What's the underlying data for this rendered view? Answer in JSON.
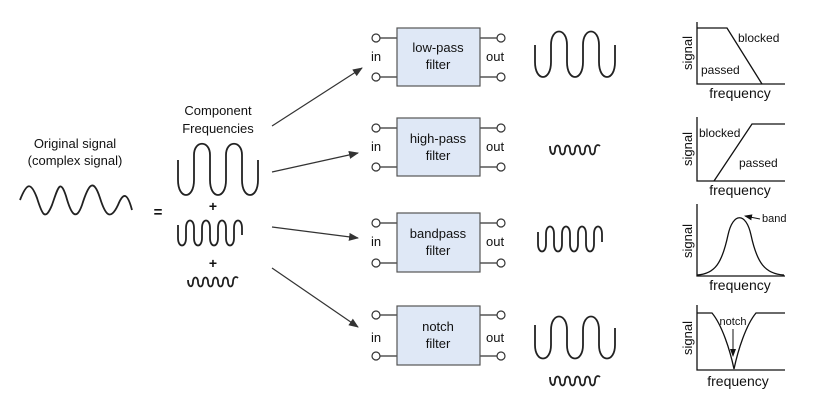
{
  "original": {
    "line1": "Original signal",
    "line2": "(complex signal)"
  },
  "equals": "=",
  "components": {
    "line1": "Component",
    "line2": "Frequencies",
    "plus": "+"
  },
  "filters": [
    {
      "name_line1": "low-pass",
      "name_line2": "filter",
      "in": "in",
      "out": "out"
    },
    {
      "name_line1": "high-pass",
      "name_line2": "filter",
      "in": "in",
      "out": "out"
    },
    {
      "name_line1": "bandpass",
      "name_line2": "filter",
      "in": "in",
      "out": "out"
    },
    {
      "name_line1": "notch",
      "name_line2": "filter",
      "in": "in",
      "out": "out"
    }
  ],
  "responses": {
    "lowpass": {
      "ylabel": "signal",
      "xlabel": "frequency",
      "blocked": "blocked",
      "passed": "passed"
    },
    "highpass": {
      "ylabel": "signal",
      "xlabel": "frequency",
      "blocked": "blocked",
      "passed": "passed"
    },
    "bandpass": {
      "ylabel": "signal",
      "xlabel": "frequency",
      "band": "band"
    },
    "notch": {
      "ylabel": "signal",
      "xlabel": "frequency",
      "notch": "notch"
    }
  },
  "colors": {
    "filter_box": "#dfe8f6",
    "stroke": "#222222"
  }
}
